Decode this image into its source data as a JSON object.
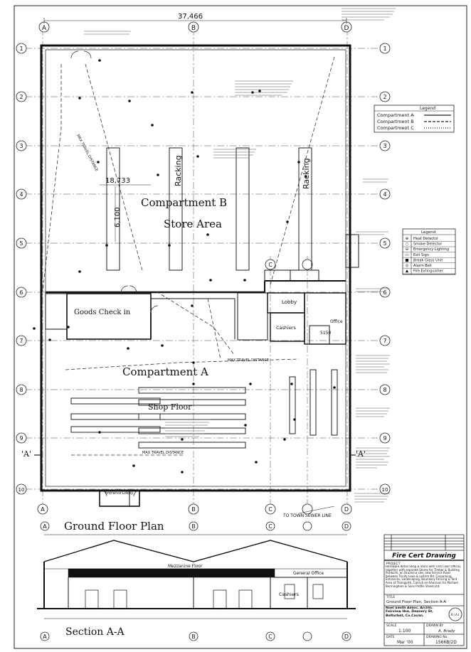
{
  "drawing": {
    "overall_dim": "37,466",
    "grid_cols_top": [
      "A",
      "B",
      "C",
      "D"
    ],
    "grid_rows": [
      "1",
      "2",
      "3",
      "4",
      "5",
      "6",
      "7",
      "8",
      "9",
      "10"
    ],
    "dim_18733": "18,733",
    "dim_6100": "6,100",
    "dim_5150": "5150",
    "section_marker": "'A'",
    "to_town_sewer": "TO TOWN\nSEWER LINE"
  },
  "labels": {
    "compartment_b": "Compartment B",
    "store_area": "Store Area",
    "compartment_a": "Compartment A",
    "shop_floor": "Shop Floor",
    "goods_check_in": "Goods Check in",
    "racking": "Racking",
    "lobby": "Lobby",
    "cashiers": "Cashiers",
    "office": "Office",
    "ground_floor_plan": "Ground Floor Plan",
    "section_aa": "Section A-A",
    "mezzanine_floor": "Mezzanine Floor",
    "general_office": "General Office",
    "cashiers_section": "Cashiers",
    "max_travel_distance": "MAX TRAVEL DISTANCE",
    "entrance_lobby": "Entrance\nLobby"
  },
  "compartment_legend": {
    "title": "Legend",
    "items": [
      "Compartment A",
      "Compartment B",
      "Compartment C"
    ]
  },
  "symbol_legend": {
    "title": "Legend",
    "items": [
      "Heat Detector",
      "Smoke Detector",
      "Emergency Lighting",
      "Exit Sign",
      "Break Glass Unit",
      "Alarm Bell",
      "Fire Extinguisher"
    ]
  },
  "title_block": {
    "title": "Fire Cert Drawing",
    "project_label": "PROJECT",
    "project_text": "Hardware Retail Shop & Store with First Floor Offices, together with separate Stores for Timber & Building Products, on Drumsna site, new Service Road between Trinity Lane & Leitrim Rd. Carparking, Entrances, Landscaping, Boundary Fencing & Yard Area at Tramgarth, Carrick-on-Shannon for Michael Bermingham & Sons Profile Sheet Ltd.",
    "title_label": "TITLE",
    "sheet_title": "Ground Floor Plan, Section A-A",
    "firm": "Noel Smith Assoc. Archts.\nFairview Hse, Deanery St,\nBelturbet, Co.Cavan.",
    "scale_label": "SCALE",
    "scale": "1:100",
    "drawn_label": "DRAWN BY",
    "drawn": "A. Brady",
    "date_label": "DATE",
    "date": "Mar '00",
    "drawing_no_label": "DRAWING No.",
    "drawing_no": "1566B/2D",
    "logo": "R.I.A.I."
  }
}
